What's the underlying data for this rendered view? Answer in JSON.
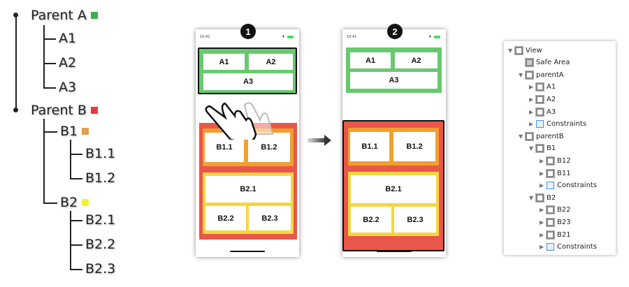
{
  "tree": {
    "parent_a": {
      "label": "Parent A",
      "color": "#3cb04a",
      "children": [
        "A1",
        "A2",
        "A3"
      ]
    },
    "parent_b": {
      "label": "Parent B",
      "color": "#e8393a",
      "b1": {
        "label": "B1",
        "color": "#e0a050",
        "children": [
          "B1.1",
          "B1.2"
        ]
      },
      "b2": {
        "label": "B2",
        "color": "#f5ef3a",
        "children": [
          "B2.1",
          "B2.2",
          "B2.3"
        ]
      }
    }
  },
  "phones": [
    {
      "badge": "1",
      "time": "10:41",
      "boxes": {
        "a1": "A1",
        "a2": "A2",
        "a3": "A3",
        "b11": "B1.1",
        "b12": "B1.2",
        "b21": "B2.1",
        "b22": "B2.2",
        "b23": "B2.3"
      }
    },
    {
      "badge": "2",
      "time": "10:41",
      "boxes": {
        "a1": "A1",
        "a2": "A2",
        "a3": "A3",
        "b11": "B1.1",
        "b12": "B1.2",
        "b21": "B2.1",
        "b22": "B2.2",
        "b23": "B2.3"
      }
    }
  ],
  "colors": {
    "green": "#69c96e",
    "red": "#e8574a",
    "orange": "#f0a02e",
    "yellow": "#f5d640"
  },
  "hierarchy": [
    {
      "label": "View",
      "level": 0,
      "toggle": "open",
      "icon": "view"
    },
    {
      "label": "Safe Area",
      "level": 1,
      "toggle": "none",
      "icon": "safe"
    },
    {
      "label": "parentA",
      "level": 1,
      "toggle": "open",
      "icon": "view"
    },
    {
      "label": "A1",
      "level": 2,
      "toggle": "closed",
      "icon": "view"
    },
    {
      "label": "A2",
      "level": 2,
      "toggle": "closed",
      "icon": "view"
    },
    {
      "label": "A3",
      "level": 2,
      "toggle": "closed",
      "icon": "view"
    },
    {
      "label": "Constraints",
      "level": 2,
      "toggle": "closed",
      "icon": "constraints"
    },
    {
      "label": "parentB",
      "level": 1,
      "toggle": "open",
      "icon": "view"
    },
    {
      "label": "B1",
      "level": 2,
      "toggle": "open",
      "icon": "view"
    },
    {
      "label": "B12",
      "level": 3,
      "toggle": "closed",
      "icon": "view"
    },
    {
      "label": "B11",
      "level": 3,
      "toggle": "closed",
      "icon": "view"
    },
    {
      "label": "Constraints",
      "level": 3,
      "toggle": "closed",
      "icon": "constraints"
    },
    {
      "label": "B2",
      "level": 2,
      "toggle": "open",
      "icon": "view"
    },
    {
      "label": "B22",
      "level": 3,
      "toggle": "closed",
      "icon": "view"
    },
    {
      "label": "B23",
      "level": 3,
      "toggle": "closed",
      "icon": "view"
    },
    {
      "label": "B21",
      "level": 3,
      "toggle": "closed",
      "icon": "view"
    },
    {
      "label": "Constraints",
      "level": 3,
      "toggle": "closed",
      "icon": "constraints"
    }
  ]
}
